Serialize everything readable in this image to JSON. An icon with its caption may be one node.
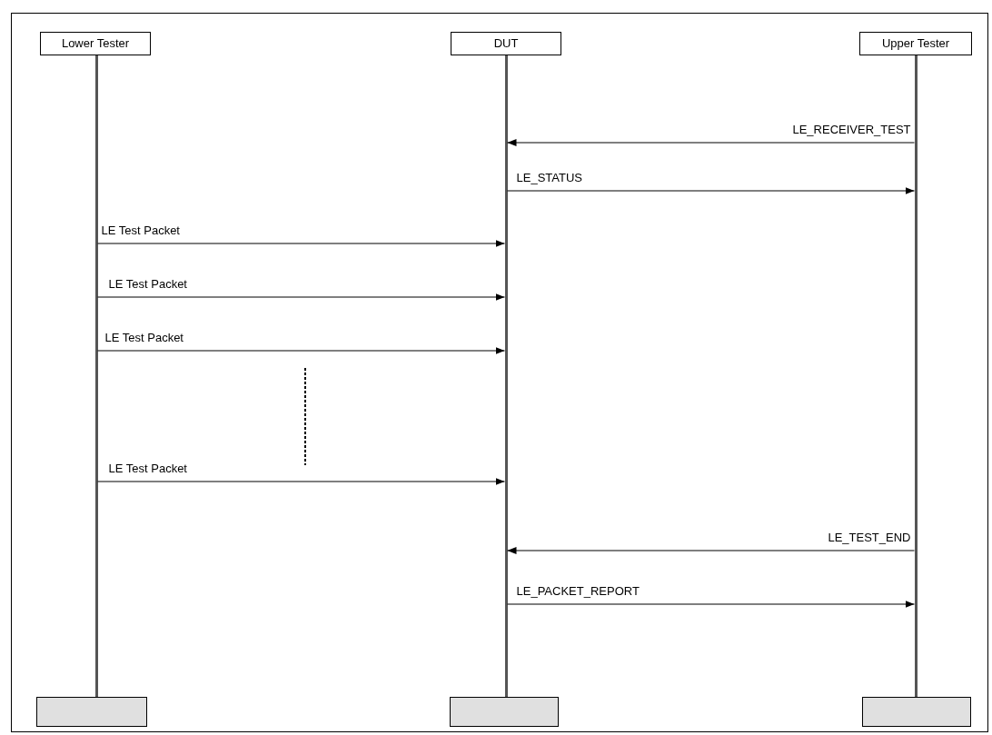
{
  "diagram": {
    "nodes": [
      {
        "text": [
          "Lower Tester"
        ]
      },
      {
        "text": [
          "DUT"
        ]
      },
      {
        "text": [
          "Upper Tester"
        ]
      },
      {
        "text": [],
        "shape": "line"
      },
      {
        "text": [],
        "shape": "line"
      },
      {
        "text": [],
        "shape": "line"
      },
      {
        "text": [],
        "shape": "box"
      },
      {
        "text": [],
        "shape": "box"
      },
      {
        "text": [],
        "shape": "box"
      }
    ],
    "edges": [
      {
        "from": 5,
        "to": 4,
        "arrow": "to",
        "label": "LE_RECEIVER_TEST"
      },
      {
        "from": 4,
        "to": 5,
        "arrow": "to",
        "label": "LE_STATUS"
      },
      {
        "from": 3,
        "to": 4,
        "arrow": "to",
        "label": "LE Test Packet"
      },
      {
        "from": 3,
        "to": 4,
        "arrow": "to",
        "label": "LE Test Packet"
      },
      {
        "from": 3,
        "to": 4,
        "arrow": "to",
        "label": "LE Test Packet"
      },
      {
        "from": 3,
        "to": 4,
        "arrow": "to",
        "label": "LE Test Packet"
      },
      {
        "from": 5,
        "to": 4,
        "arrow": "to",
        "label": "LE_TEST_END"
      },
      {
        "from": 4,
        "to": 5,
        "arrow": "to",
        "label": "LE_PACKET_REPORT"
      }
    ]
  }
}
